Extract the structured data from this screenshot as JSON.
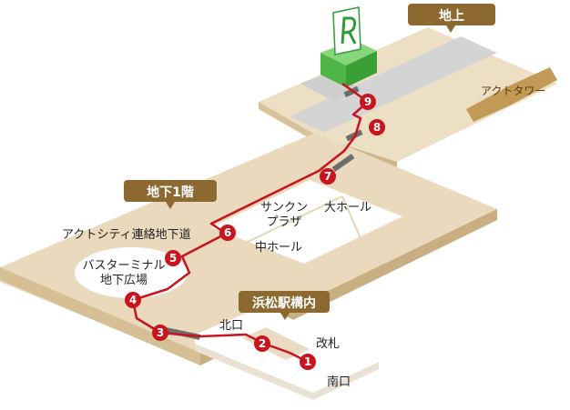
{
  "levels": {
    "ground": "地上",
    "basement1": "地下1階",
    "station": "浜松駅構内"
  },
  "places": {
    "act_tower": "アクトタワー",
    "sunken_plaza_line1": "サンクン",
    "sunken_plaza_line2": "プラザ",
    "large_hall": "大ホール",
    "medium_hall": "中ホール",
    "act_city_passage": "アクトシティ連絡地下道",
    "bus_terminal_line1": "バスターミナル",
    "bus_terminal_line2": "地下広場",
    "north_exit": "北口",
    "ticket_gate": "改札",
    "south_exit": "南口"
  },
  "route_steps": [
    "1",
    "2",
    "3",
    "4",
    "5",
    "6",
    "7",
    "8",
    "9"
  ],
  "colors": {
    "route": "#c8141e",
    "floor": "#ead9bc",
    "badge": "#8c6930",
    "sign": "#2e9a3a",
    "block": "#5cc253"
  },
  "icons": {
    "sign": "parking-sign-icon"
  }
}
